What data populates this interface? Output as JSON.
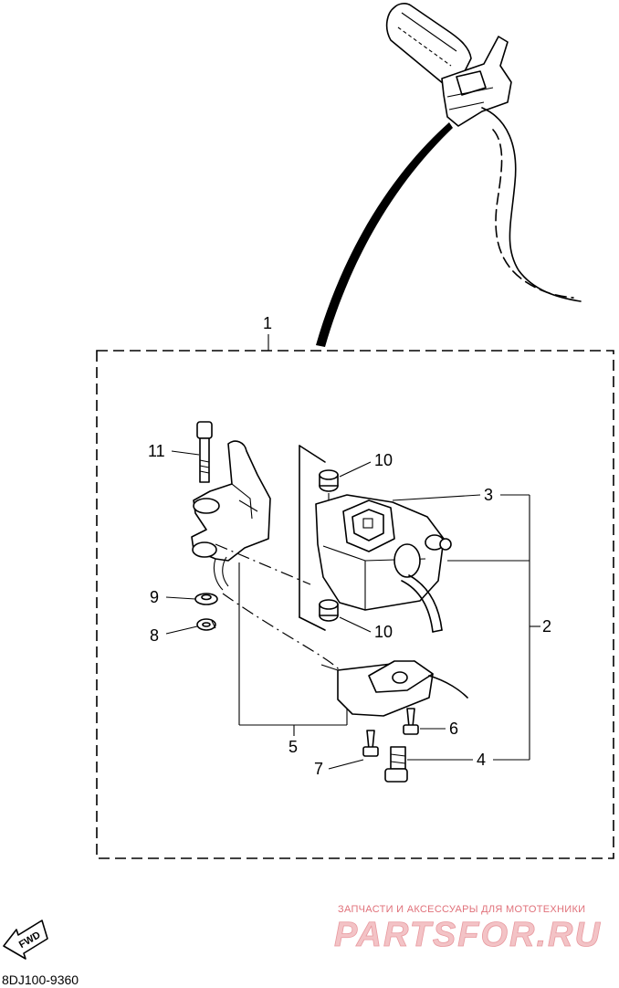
{
  "callouts": {
    "c1": "1",
    "c2": "2",
    "c3": "3",
    "c4": "4",
    "c5": "5",
    "c6": "6",
    "c7": "7",
    "c8": "8",
    "c9": "9",
    "c10a": "10",
    "c10b": "10",
    "c11": "11"
  },
  "watermark": {
    "tagline": "ЗАПЧАСТИ И АКСЕССУАРЫ ДЛЯ МОТОТЕХНИКИ",
    "brand": "PARTSFOR.RU"
  },
  "fwd_label": "FWD",
  "diagram_code": "8DJ100-9360"
}
